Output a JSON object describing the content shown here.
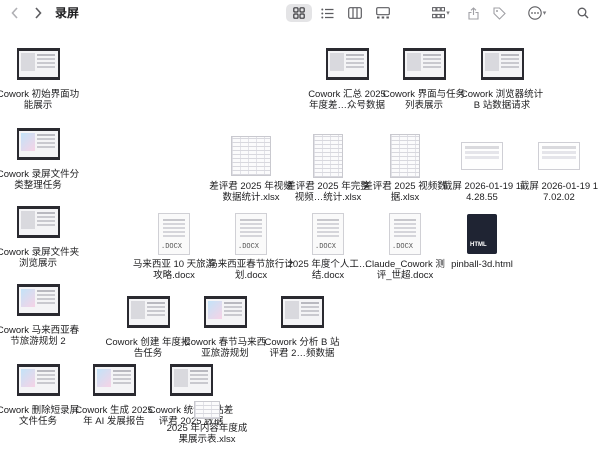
{
  "window": {
    "title": "录屏",
    "back_icon": "chevron-left-icon",
    "forward_icon": "chevron-right-icon"
  },
  "toolbar": {
    "view_icons": "icon-view-icon",
    "view_list": "list-view-icon",
    "view_columns": "column-view-icon",
    "view_gallery": "gallery-view-icon",
    "group": "group-icon",
    "share": "share-icon",
    "tag": "tag-icon",
    "more": "more-icon",
    "search": "search-icon"
  },
  "files": [
    {
      "name": "Cowork 初始界面功能展示",
      "kind": "video"
    },
    {
      "name": "Cowork 汇总 2025 年度差…众号数据",
      "kind": "video"
    },
    {
      "name": "Cowork 界面与任务列表展示",
      "kind": "video"
    },
    {
      "name": "Cowork 浏览器统计 B 站数据请求",
      "kind": "video"
    },
    {
      "name": "Cowork 录屏文件分类整理任务",
      "kind": "video"
    },
    {
      "name": "差评君 2025 年视频数据统计.xlsx",
      "kind": "xlsx"
    },
    {
      "name": "差评君 2025 年完整视频…统计.xlsx",
      "kind": "xlsx"
    },
    {
      "name": "差评君 2025 视频数据.xlsx",
      "kind": "xlsx"
    },
    {
      "name": "截屏 2026-01-19 14.28.55",
      "kind": "png"
    },
    {
      "name": "截屏 2026-01-19 17.02.02",
      "kind": "png"
    },
    {
      "name": "Cowork 录屏文件夹浏览展示",
      "kind": "video"
    },
    {
      "name": "马来西亚 10 天旅游攻略.docx",
      "kind": "docx"
    },
    {
      "name": "马来西亚春节旅行计划.docx",
      "kind": "docx"
    },
    {
      "name": "2025 年度个人工…结.docx",
      "kind": "docx"
    },
    {
      "name": "Claude_Cowork 测评_世超.docx",
      "kind": "docx"
    },
    {
      "name": "pinball-3d.html",
      "kind": "html"
    },
    {
      "name": "Cowork 马来西亚春节旅游规划 2",
      "kind": "video"
    },
    {
      "name": "Cowork 创建 年度报告任务",
      "kind": "video"
    },
    {
      "name": "Cowork 春节马来西亚旅游规划",
      "kind": "video"
    },
    {
      "name": "Cowork 分析 B 站 评君 2…频数据",
      "kind": "video"
    },
    {
      "name": "Cowork 删除短录屏文件任务",
      "kind": "video"
    },
    {
      "name": "Cowork 生成 2025 年 AI 发展报告",
      "kind": "video"
    },
    {
      "name": "Cowork 统计 B 站差评君 2025 数据",
      "kind": "video"
    },
    {
      "name": "2025 年内容年度成果展示表.xlsx",
      "kind": "xlsx"
    }
  ],
  "ext_labels": {
    "docx": ".DOCX",
    "html": "HTML"
  }
}
